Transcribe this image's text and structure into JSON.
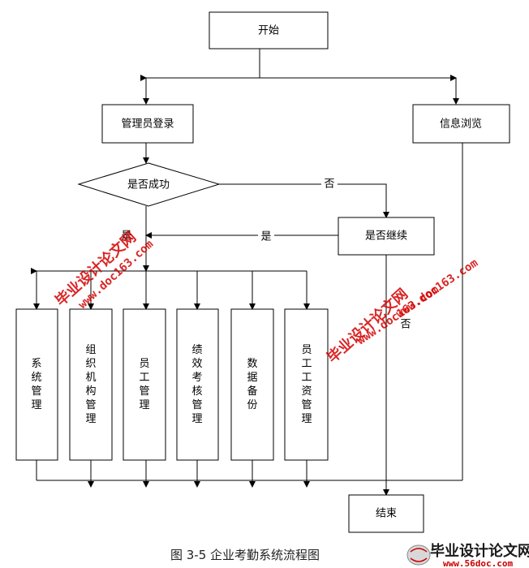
{
  "nodes": {
    "start": "开始",
    "admin_login": "管理员登录",
    "success": "是否成功",
    "info_browse": "信息浏览",
    "continue": "是否继续",
    "end": "结束",
    "modules": [
      "系统管理",
      "组织机构管理",
      "员工管理",
      "绩效考核管理",
      "数据备份",
      "员工工资管理"
    ]
  },
  "edge_labels": {
    "no_1": "否",
    "yes_1": "是",
    "yes_2": "是",
    "no_2": "否"
  },
  "caption": "图 3-5   企业考勤系统流程图",
  "watermarks": {
    "site_name": "毕业设计论文网",
    "site_url": "www.doc163.com",
    "logo_title": "毕业设计论文网",
    "logo_url": "www.56doc.com"
  }
}
